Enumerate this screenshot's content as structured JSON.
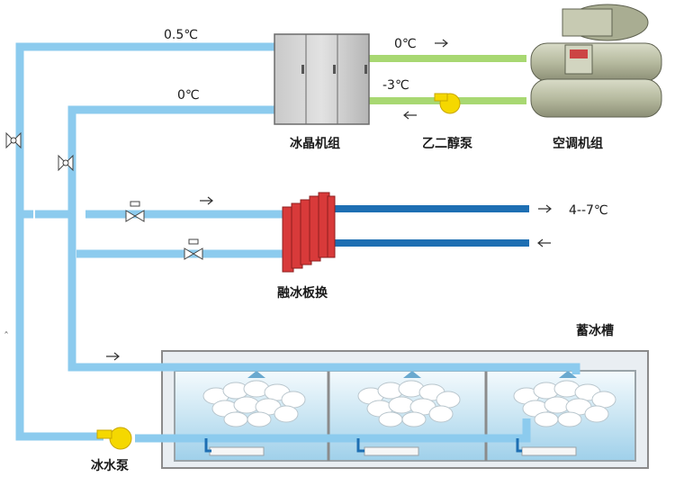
{
  "labels": {
    "temp_top_left": "0.5℃",
    "temp_second_left": "0℃",
    "temp_to_ac": "0℃",
    "temp_from_ac": "-3℃",
    "temp_supply": "4--7℃",
    "ice_crystal_unit": "冰晶机组",
    "glycol_pump": "乙二醇泵",
    "ac_unit": "空调机组",
    "plate_exchanger": "融冰板换",
    "ice_tank": "蓄冰槽",
    "ice_water_pump": "冰水泵"
  },
  "colors": {
    "pipe_light_blue": "#8ccbee",
    "pipe_dark_blue": "#1e6fb3",
    "pipe_green": "#a8d872",
    "exchanger_red": "#d83a3a",
    "pump_yellow": "#f5d800",
    "tank_water": "#d8ecf5"
  }
}
